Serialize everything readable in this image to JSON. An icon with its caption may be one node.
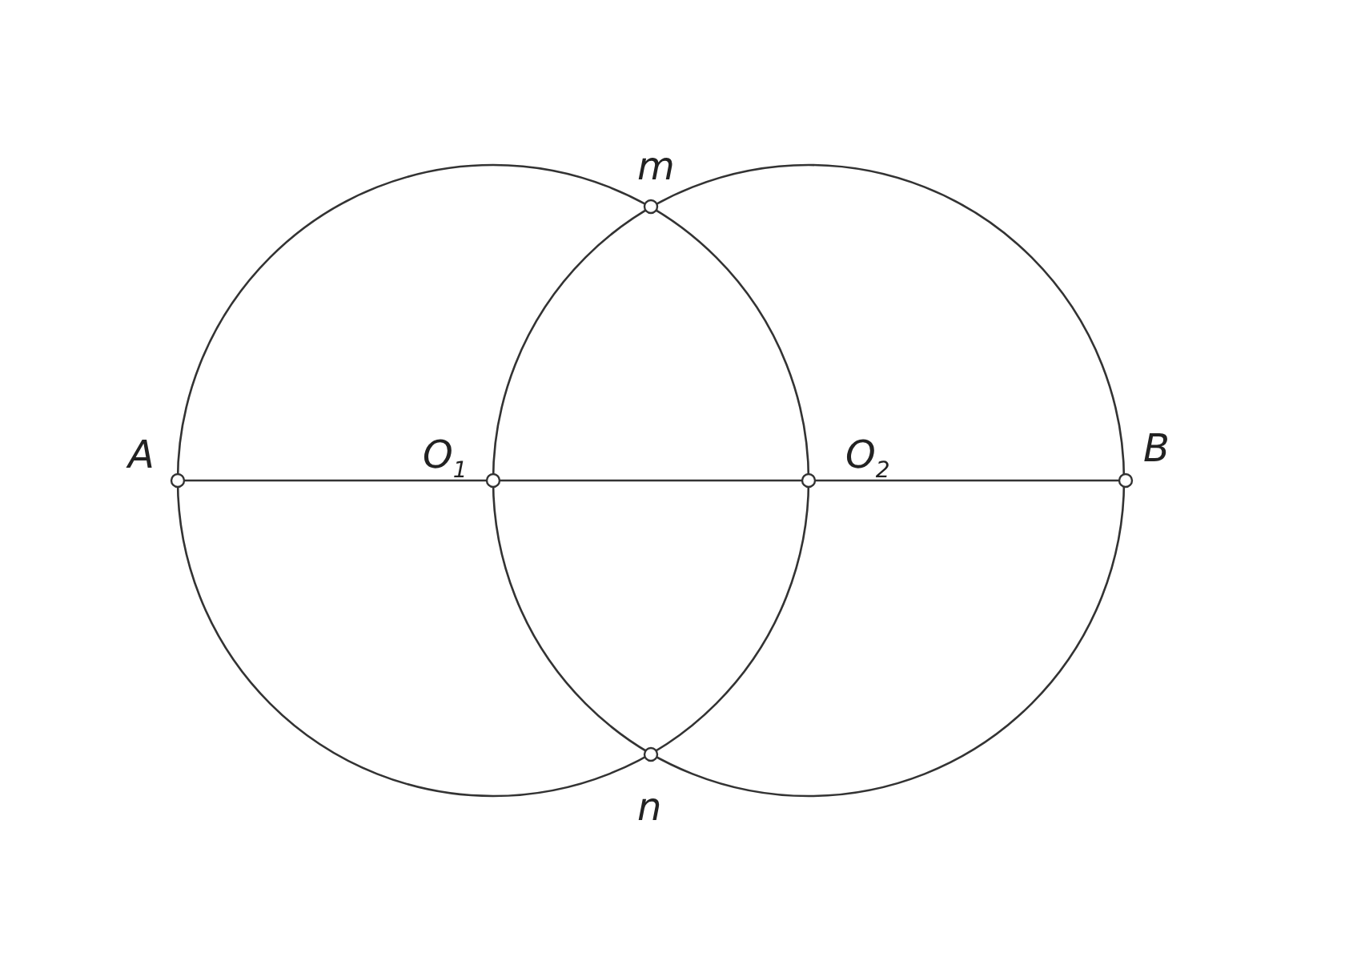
{
  "diagram": {
    "labels": [
      "m",
      "A",
      "O$_{1}$",
      "O$_{2}$",
      "B",
      "n"
    ]
  }
}
